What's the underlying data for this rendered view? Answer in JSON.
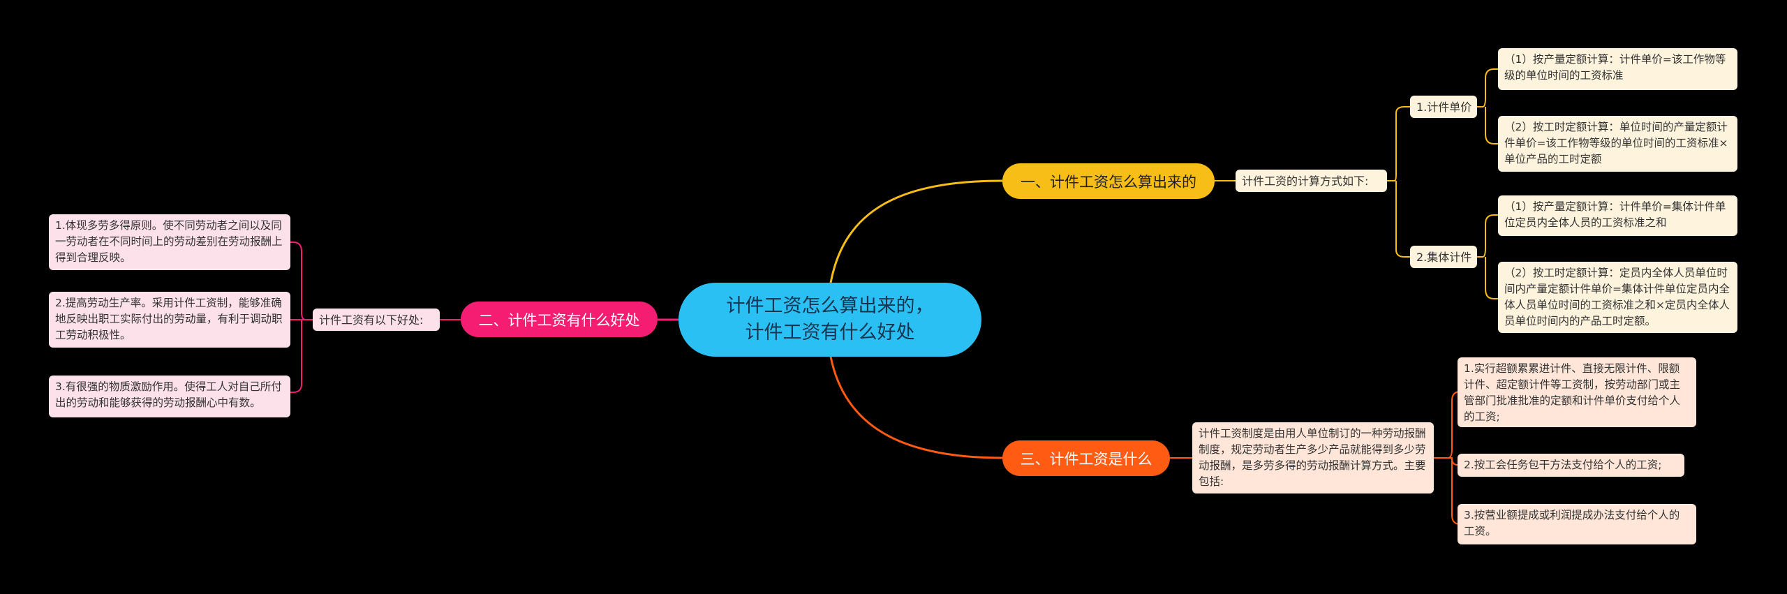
{
  "root": {
    "line1": "计件工资怎么算出来的，",
    "line2": "计件工资有什么好处"
  },
  "branches": {
    "b1": {
      "label": "一、计件工资怎么算出来的",
      "color": "#F7BE17",
      "sub": "计件工资的计算方式如下:",
      "groups": [
        {
          "label": "1.计件单价",
          "items": [
            "（1）按产量定额计算：计件单价=该工作物等级的单位时间的工资标准",
            "（2）按工时定额计算：单位时间的产量定额计件单价=该工作物等级的单位时间的工资标准×单位产品的工时定额"
          ]
        },
        {
          "label": "2.集体计件",
          "items": [
            "（1）按产量定额计算：计件单价=集体计件单位定员内全体人员的工资标准之和",
            "（2）按工时定额计算：定员内全体人员单位时间内产量定额计件单价=集体计件单位定员内全体人员单位时间的工资标准之和×定员内全体人员单位时间内的产品工时定额。"
          ]
        }
      ]
    },
    "b2": {
      "label": "二、计件工资有什么好处",
      "color": "#F51D72",
      "sub": "计件工资有以下好处:",
      "items": [
        "1.体现多劳多得原则。使不同劳动者之间以及同一劳动者在不同时间上的劳动差别在劳动报酬上得到合理反映。",
        "2.提高劳动生产率。采用计件工资制，能够准确地反映出职工实际付出的劳动量，有利于调动职工劳动积极性。",
        "3.有很强的物质激励作用。使得工人对自己所付出的劳动和能够获得的劳动报酬心中有数。"
      ]
    },
    "b3": {
      "label": "三、计件工资是什么",
      "color": "#FF5B12",
      "sub": "计件工资制度是由用人单位制订的一种劳动报酬制度，规定劳动者生产多少产品就能得到多少劳动报酬，是多劳多得的劳动报酬计算方式。主要包括:",
      "items": [
        "1.实行超额累累进计件、直接无限计件、限额计件、超定额计件等工资制，按劳动部门或主管部门批准批准的定额和计件单价支付给个人的工资;",
        "2.按工会任务包干方法支付给个人的工资;",
        "3.按营业额提成或利润提成办法支付给个人的工资。"
      ]
    }
  }
}
